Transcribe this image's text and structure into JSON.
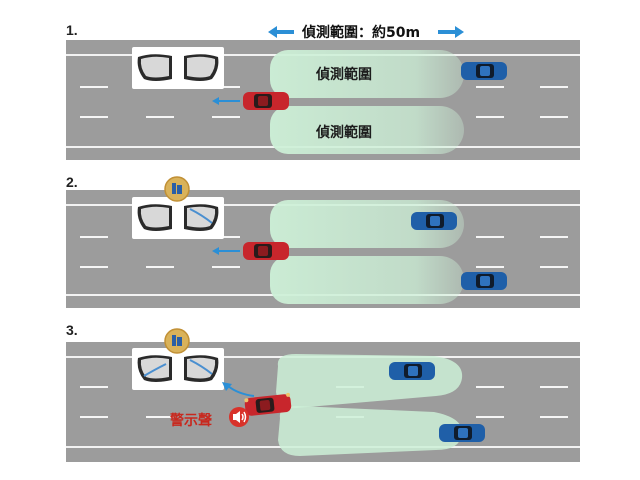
{
  "title": {
    "label": "偵測範圍：約50m",
    "arrow_color": "#2b8fd6"
  },
  "panels": [
    {
      "number": "1.",
      "zone_upper_label": "偵測範圍",
      "zone_lower_label": "偵測範圍"
    },
    {
      "number": "2."
    },
    {
      "number": "3.",
      "warning_label": "警示聲"
    }
  ],
  "colors": {
    "road": "#9c9c9c",
    "zone": "#cdf0d7",
    "subject_car": "#c8262c",
    "other_car": "#1f5fa8",
    "indicator": "#f0c46a",
    "warning_text": "#c8281e"
  },
  "icons": {
    "left_mirror": "side-mirror-icon",
    "right_mirror": "side-mirror-icon",
    "indicator": "blind-spot-indicator-icon",
    "speaker": "speaker-icon",
    "car": "car-icon"
  }
}
